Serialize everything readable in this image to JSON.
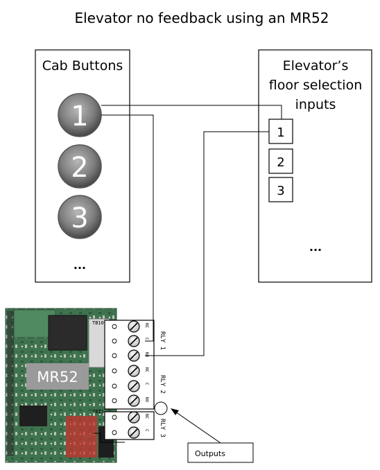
{
  "title": "Elevator no feedback using an MR52",
  "cab": {
    "heading": "Cab Buttons",
    "buttons": [
      "1",
      "2",
      "3"
    ],
    "more": "..."
  },
  "elevator": {
    "heading_line1": "Elevator’s",
    "heading_line2": "floor selection",
    "heading_line3": "inputs",
    "inputs": [
      "1",
      "2",
      "3"
    ],
    "more": "..."
  },
  "board": {
    "label": "MR52",
    "tb10": "TB10",
    "tb11": "TB11",
    "relays": [
      "RLY 1",
      "RLY 2",
      "RLY 3"
    ],
    "terminal_labels": [
      "NC",
      "C",
      "NO",
      "NC",
      "C",
      "NO",
      "NC",
      "C"
    ]
  },
  "callout": {
    "label": "Outputs"
  },
  "colors": {
    "wire": "#000000",
    "button_face": "#8a8a8a",
    "board_green": "#3c6e4a",
    "board_label_bg": "#9a9a9a"
  }
}
